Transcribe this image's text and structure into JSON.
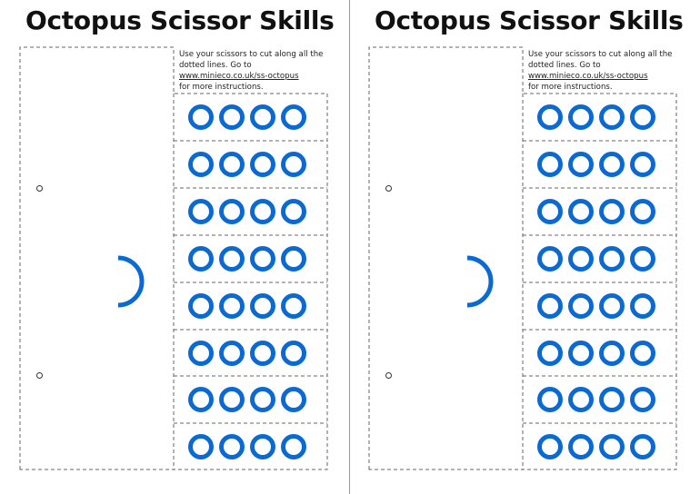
{
  "colors": {
    "accent": "#0a6ad1",
    "cut_line": "#666666",
    "text": "#111111"
  },
  "sheets": [
    {
      "title": "Octopus Scissor Skills",
      "instructions": {
        "line1": "Use your scissors to cut along all the",
        "line2": "dotted lines. Go to",
        "link": "www.minieco.co.uk/ss-octopus",
        "line3": "for more instructions."
      },
      "tentacle_strips": 8,
      "rings_per_strip": 4,
      "icons": [
        "octopus-head-outline",
        "hole-icon",
        "eye-arc-icon",
        "ring-icon"
      ]
    },
    {
      "title": "Octopus Scissor Skills",
      "instructions": {
        "line1": "Use your scissors to cut along all the",
        "line2": "dotted lines. Go to",
        "link": "www.minieco.co.uk/ss-octopus",
        "line3": "for more instructions."
      },
      "tentacle_strips": 8,
      "rings_per_strip": 4,
      "icons": [
        "octopus-head-outline",
        "hole-icon",
        "eye-arc-icon",
        "ring-icon"
      ]
    }
  ]
}
